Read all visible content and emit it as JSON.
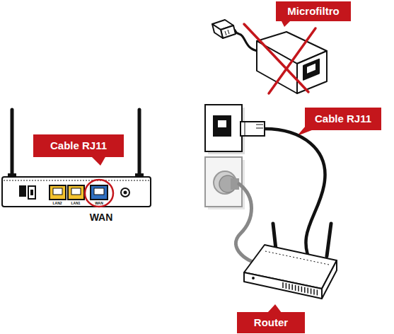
{
  "diagram": {
    "nodes": [
      {
        "text": [
          "Microfiltro"
        ]
      },
      {
        "text": [
          "Cable RJ11"
        ]
      },
      {
        "text": [
          "Cable RJ11"
        ]
      },
      {
        "text": [
          "Router"
        ]
      }
    ],
    "labels": [
      "WAN",
      "LAN2",
      "LAN1",
      "WAN"
    ]
  }
}
